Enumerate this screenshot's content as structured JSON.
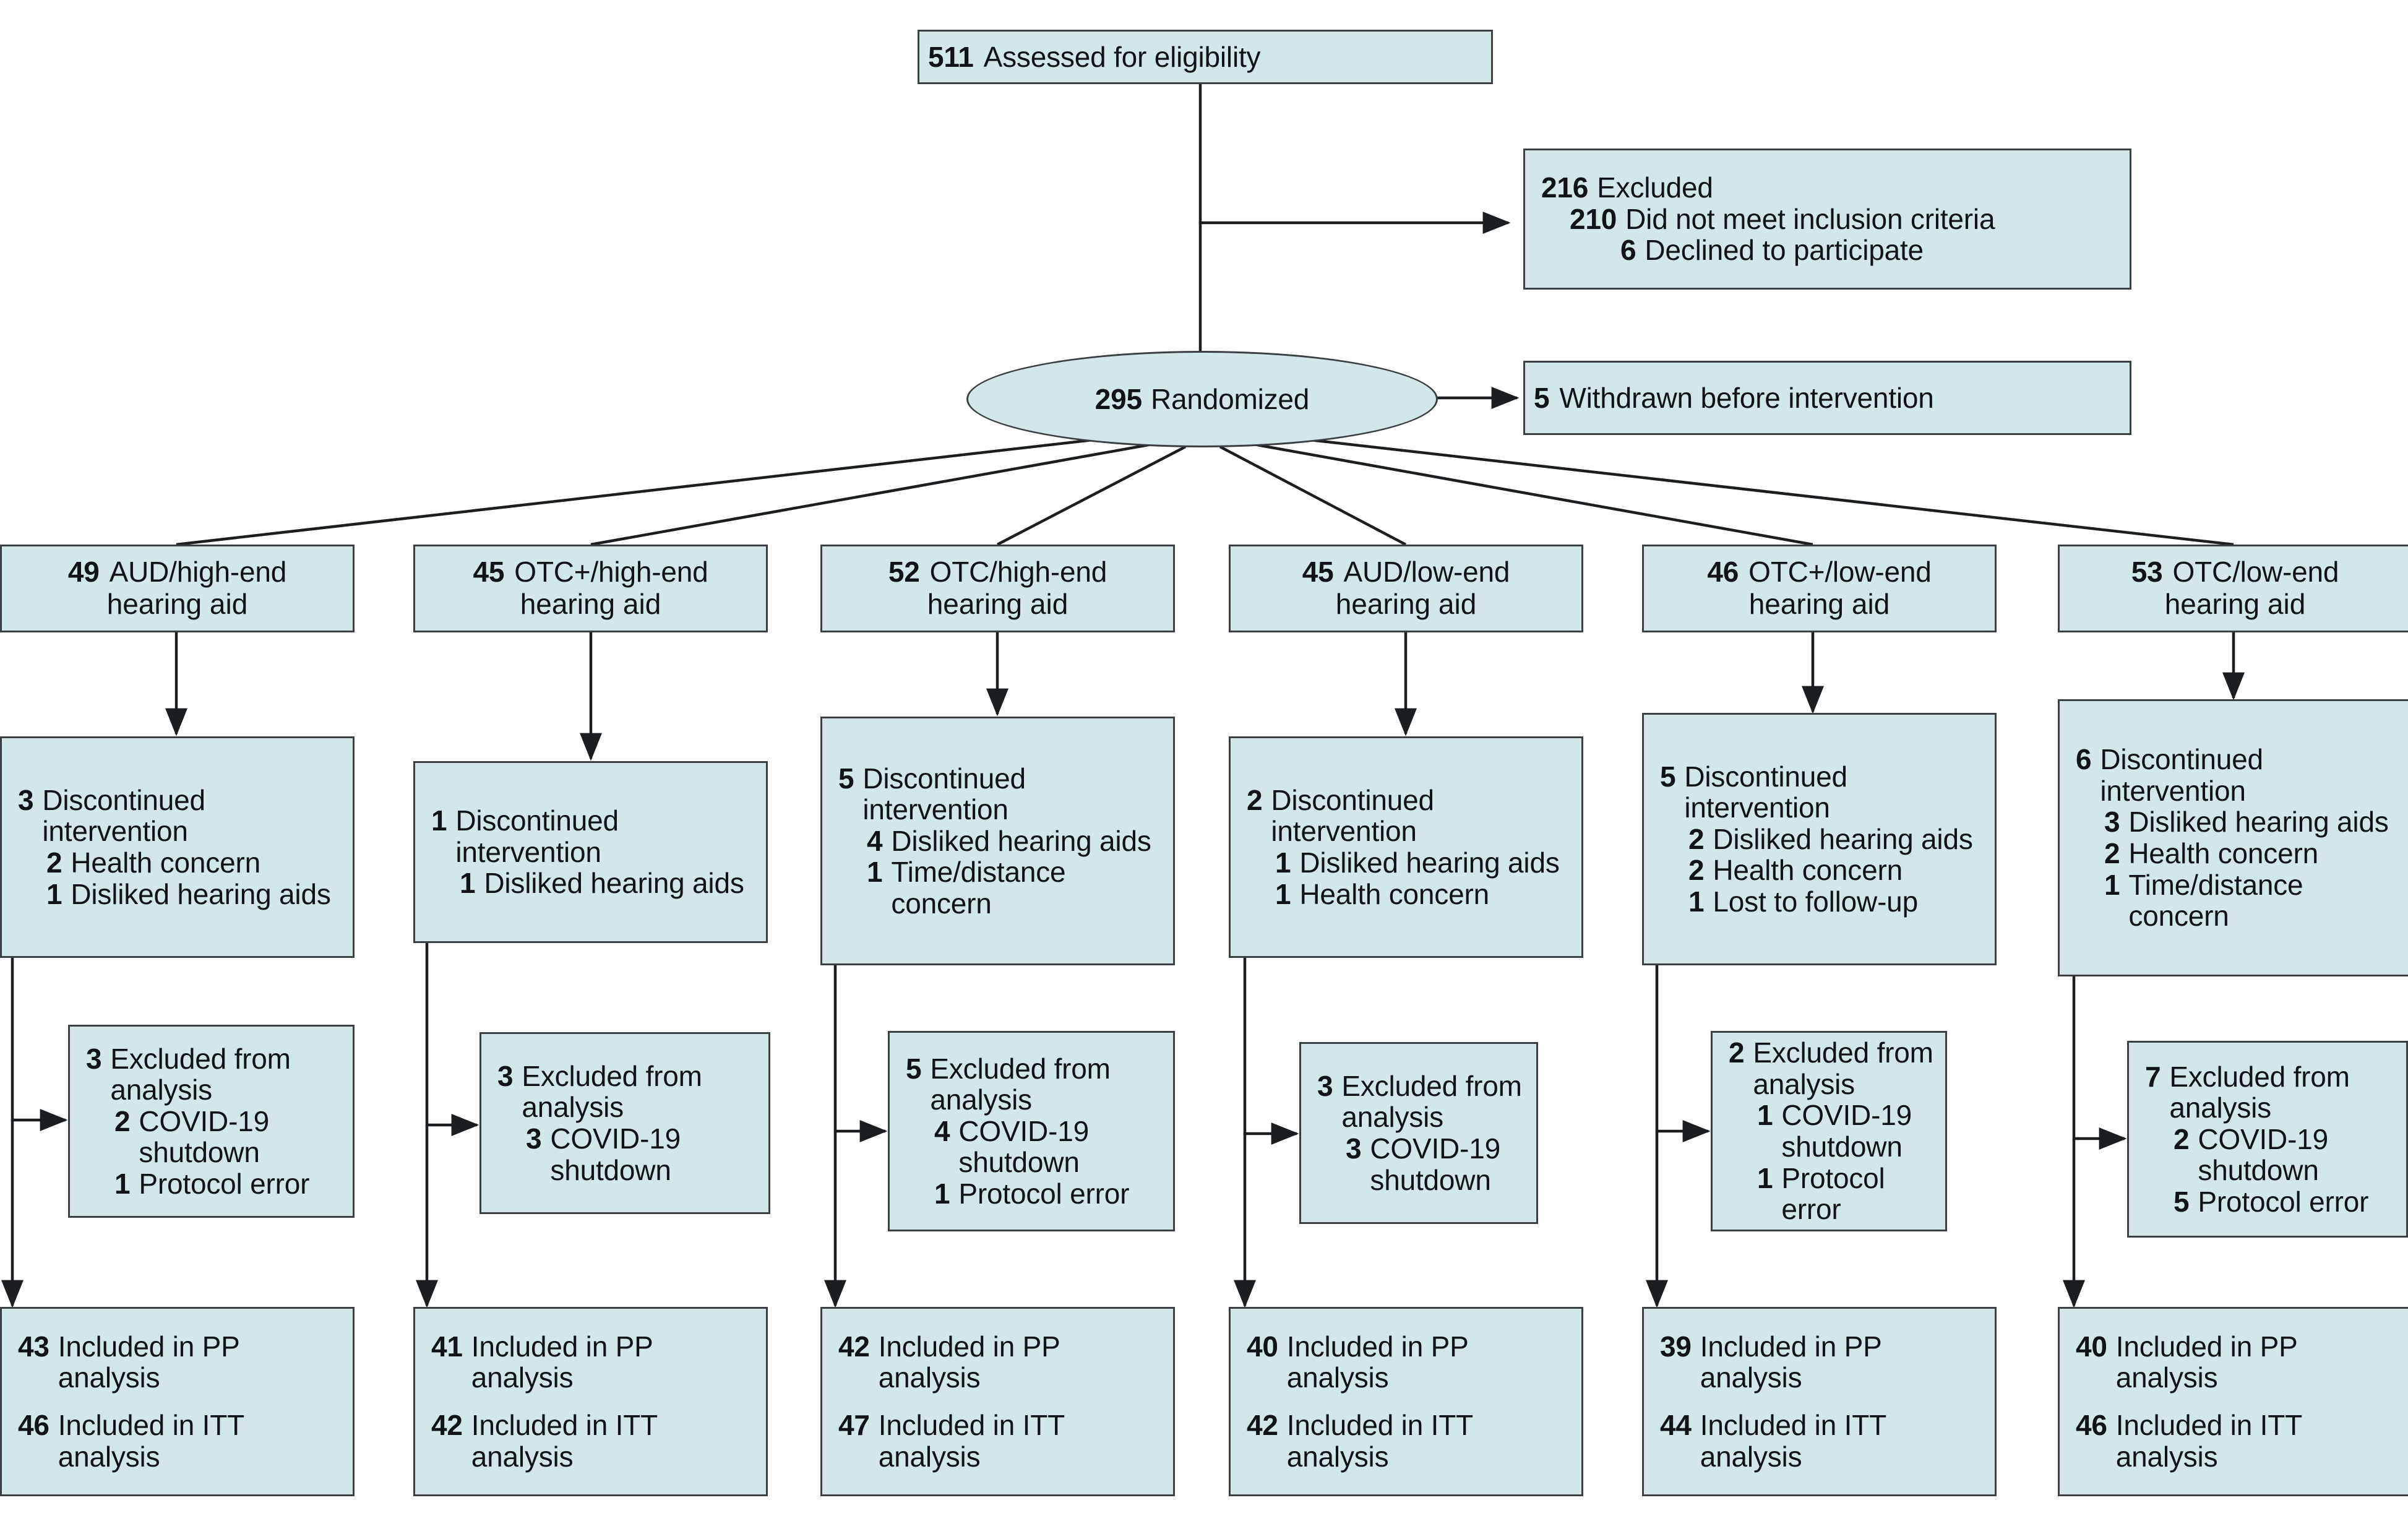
{
  "meta": {
    "diagram_type": "CONSORT participant flow diagram",
    "box_fill": "#d3e7e9",
    "box_border": "#3b3f42",
    "text_color": "#111316"
  },
  "top": {
    "assessed": {
      "n": "511",
      "label": "Assessed for eligibility"
    },
    "excluded": {
      "n": "216",
      "label": "Excluded",
      "reasons": [
        {
          "n": "210",
          "label": "Did not meet inclusion criteria"
        },
        {
          "n": "6",
          "label": "Declined to participate"
        }
      ]
    },
    "randomized": {
      "n": "295",
      "label": "Randomized"
    },
    "withdrawn": {
      "n": "5",
      "label": "Withdrawn before intervention"
    }
  },
  "arms": [
    {
      "id": "aud-high-end",
      "header": {
        "n": "49",
        "label": "AUD/high-end",
        "label2": "hearing aid"
      },
      "discontinued": {
        "n": "3",
        "label": "Discontinued",
        "label2": "intervention",
        "reasons": [
          {
            "n": "2",
            "label": "Health concern"
          },
          {
            "n": "1",
            "label": "Disliked hearing aids"
          }
        ]
      },
      "excluded": {
        "n": "3",
        "label": "Excluded from",
        "label2": "analysis",
        "reasons": [
          {
            "n": "2",
            "label": "COVID-19 shutdown"
          },
          {
            "n": "1",
            "label": "Protocol error"
          }
        ]
      },
      "included": [
        {
          "n": "43",
          "label": "Included in PP analysis"
        },
        {
          "n": "46",
          "label": "Included in ITT analysis"
        }
      ]
    },
    {
      "id": "otcplus-high-end",
      "header": {
        "n": "45",
        "label": "OTC+/high-end",
        "label2": "hearing aid"
      },
      "discontinued": {
        "n": "1",
        "label": "Discontinued",
        "label2": "intervention",
        "reasons": [
          {
            "n": "1",
            "label": "Disliked hearing aids"
          }
        ]
      },
      "excluded": {
        "n": "3",
        "label": "Excluded from",
        "label2": "analysis",
        "reasons": [
          {
            "n": "3",
            "label": "COVID-19 shutdown"
          }
        ]
      },
      "included": [
        {
          "n": "41",
          "label": "Included in PP analysis"
        },
        {
          "n": "42",
          "label": "Included in ITT analysis"
        }
      ]
    },
    {
      "id": "otc-high-end",
      "header": {
        "n": "52",
        "label": "OTC/high-end",
        "label2": "hearing aid"
      },
      "discontinued": {
        "n": "5",
        "label": "Discontinued",
        "label2": "intervention",
        "reasons": [
          {
            "n": "4",
            "label": "Disliked hearing aids"
          },
          {
            "n": "1",
            "label": "Time/distance concern"
          }
        ]
      },
      "excluded": {
        "n": "5",
        "label": "Excluded from",
        "label2": "analysis",
        "reasons": [
          {
            "n": "4",
            "label": "COVID-19 shutdown"
          },
          {
            "n": "1",
            "label": "Protocol error"
          }
        ]
      },
      "included": [
        {
          "n": "42",
          "label": "Included in PP analysis"
        },
        {
          "n": "47",
          "label": "Included in ITT analysis"
        }
      ]
    },
    {
      "id": "aud-low-end",
      "header": {
        "n": "45",
        "label": "AUD/low-end",
        "label2": "hearing aid"
      },
      "discontinued": {
        "n": "2",
        "label": "Discontinued",
        "label2": "intervention",
        "reasons": [
          {
            "n": "1",
            "label": "Disliked hearing aids"
          },
          {
            "n": "1",
            "label": "Health concern"
          }
        ]
      },
      "excluded": {
        "n": "3",
        "label": "Excluded from",
        "label2": "analysis",
        "reasons": [
          {
            "n": "3",
            "label": "COVID-19 shutdown"
          }
        ]
      },
      "included": [
        {
          "n": "40",
          "label": "Included in PP analysis"
        },
        {
          "n": "42",
          "label": "Included in ITT analysis"
        }
      ]
    },
    {
      "id": "otcplus-low-end",
      "header": {
        "n": "46",
        "label": "OTC+/low-end",
        "label2": "hearing aid"
      },
      "discontinued": {
        "n": "5",
        "label": "Discontinued",
        "label2": "intervention",
        "reasons": [
          {
            "n": "2",
            "label": "Disliked hearing aids"
          },
          {
            "n": "2",
            "label": "Health concern"
          },
          {
            "n": "1",
            "label": "Lost to follow-up"
          }
        ]
      },
      "excluded": {
        "n": "2",
        "label": "Excluded from",
        "label2": "analysis",
        "reasons": [
          {
            "n": "1",
            "label": "COVID-19 shutdown"
          },
          {
            "n": "1",
            "label": "Protocol error"
          }
        ]
      },
      "included": [
        {
          "n": "39",
          "label": "Included in PP analysis"
        },
        {
          "n": "44",
          "label": "Included in ITT analysis"
        }
      ]
    },
    {
      "id": "otc-low-end",
      "header": {
        "n": "53",
        "label": "OTC/low-end",
        "label2": "hearing aid"
      },
      "discontinued": {
        "n": "6",
        "label": "Discontinued",
        "label2": "intervention",
        "reasons": [
          {
            "n": "3",
            "label": "Disliked hearing aids"
          },
          {
            "n": "2",
            "label": "Health concern"
          },
          {
            "n": "1",
            "label": "Time/distance concern"
          }
        ]
      },
      "excluded": {
        "n": "7",
        "label": "Excluded from",
        "label2": "analysis",
        "reasons": [
          {
            "n": "2",
            "label": "COVID-19 shutdown"
          },
          {
            "n": "5",
            "label": "Protocol error"
          }
        ]
      },
      "included": [
        {
          "n": "40",
          "label": "Included in PP analysis"
        },
        {
          "n": "46",
          "label": "Included in ITT analysis"
        }
      ]
    }
  ]
}
